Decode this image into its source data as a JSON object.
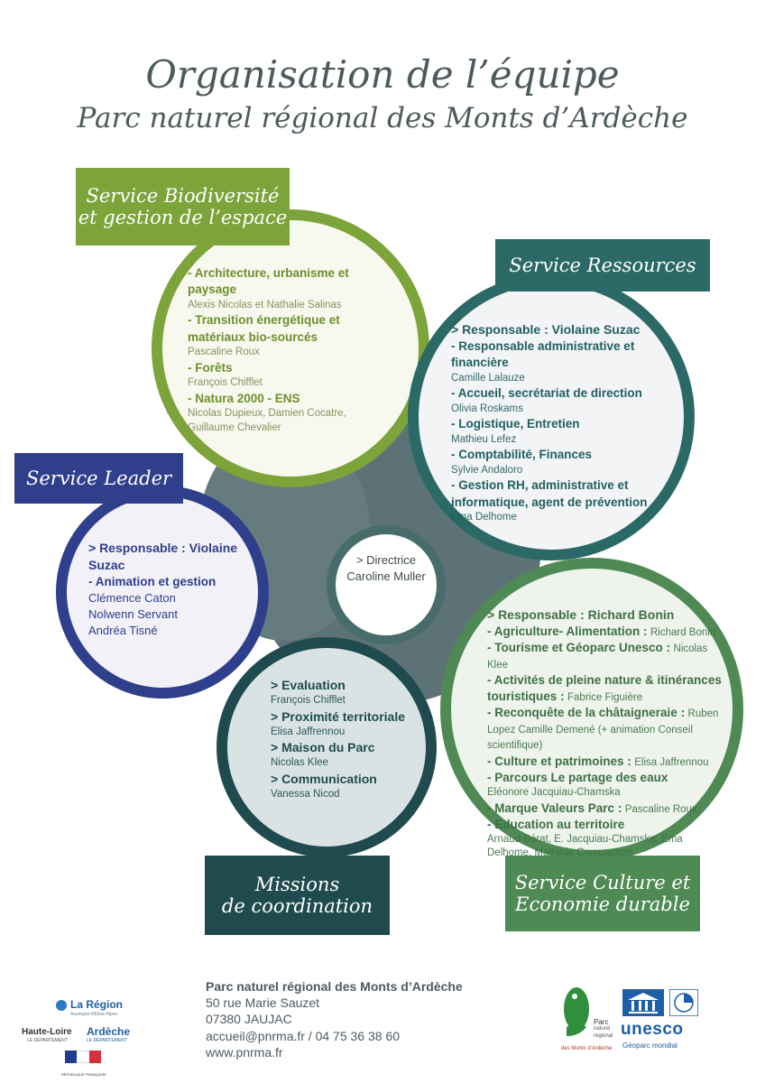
{
  "title": "Organisation de l’équipe",
  "subtitle": "Parc naturel régional des Monts d’Ardèche",
  "biodiversite": {
    "banner_line1": "Service Biodiversité",
    "banner_line2": "et gestion de l’espace",
    "items": [
      {
        "label": "- Architecture, urbanisme et paysage",
        "names": "Alexis Nicolas et Nathalie Salinas"
      },
      {
        "label": "- Transition énergétique et matériaux bio-sourcés",
        "names": "Pascaline Roux"
      },
      {
        "label": "- Forêts",
        "names": "François Chifflet"
      },
      {
        "label": "- Natura 2000 - ENS",
        "names": "Nicolas Dupieux, Damien Cocatre, Guillaume Chevalier"
      }
    ]
  },
  "ressources": {
    "banner": "Service Ressources",
    "responsable": "> Responsable : Violaine Suzac",
    "items": [
      {
        "label": "- Responsable administrative et financière",
        "names": "Camille Lalauze"
      },
      {
        "label": "- Accueil, secrétariat de direction",
        "names": "Olivia Roskams"
      },
      {
        "label": "- Logistique, Entretien",
        "names": "Mathieu Lefez"
      },
      {
        "label": "- Comptabilité, Finances",
        "names": "Sylvie Andaloro"
      },
      {
        "label": "- Gestion RH, administrative et informatique, agent de prévention",
        "names": "Ema Delhome"
      }
    ]
  },
  "leader": {
    "banner": "Service Leader",
    "responsable": "> Responsable : Violaine Suzac",
    "item": "- Animation et gestion",
    "people": [
      "Clémence Caton",
      "Nolwenn Servant",
      "Andréa Tisné"
    ]
  },
  "directrice": {
    "line1": "> Directrice",
    "line2": "Caroline Muller"
  },
  "coordination": {
    "banner_line1": "Missions",
    "banner_line2": "de coordination",
    "items": [
      {
        "label": "> Evaluation",
        "names": "François Chifflet"
      },
      {
        "label": "> Proximité territoriale",
        "names": "Elisa Jaffrennou"
      },
      {
        "label": "> Maison du Parc",
        "names": "Nicolas Klee"
      },
      {
        "label": "> Communication",
        "names": "Vanessa Nicod"
      }
    ]
  },
  "culture": {
    "banner_line1": "Service Culture et",
    "banner_line2": "Economie durable",
    "responsable": "> Responsable : Richard Bonin",
    "items": [
      {
        "label": "- Agriculture- Alimentation :",
        "names": "Richard Bonin"
      },
      {
        "label": "- Tourisme et Géoparc Unesco :",
        "names": "Nicolas Klee"
      },
      {
        "label": "- Activités de pleine nature & itinérances touristiques :",
        "names": "Fabrice Figuière"
      },
      {
        "label": "- Reconquête de la châtaigneraie :",
        "names": "Ruben Lopez Camille Demené (+ animation Conseil scientifique)"
      },
      {
        "label": "- Culture et patrimoines :",
        "names": "Elisa Jaffrennou"
      },
      {
        "label": "- Parcours Le partage des eaux",
        "names": "Eléonore Jacquiau-Chamska"
      },
      {
        "label": "- Marque Valeurs Parc :",
        "names": "Pascaline Roux"
      },
      {
        "label": "- Education au territoire",
        "names": "Arnaud Bérat, E. Jacquiau-Chamska, Ema Delhome, Mathilde Compagnon"
      }
    ]
  },
  "footer": {
    "org": "Parc naturel régional des Monts d’Ardèche",
    "street": "50 rue Marie Sauzet",
    "city": "07380 JAUJAC",
    "contact": "accueil@pnrma.fr / 04 75 36 38 60",
    "web": "www.pnrma.fr"
  },
  "logos": {
    "region": "La Région",
    "region_sub": "Auvergne-Rhône-Alpes",
    "hauteloire": "Haute-Loire",
    "hauteloire_sub": "LE DÉPARTEMENT",
    "ardeche": "Ardèche",
    "ardeche_sub": "LE DÉPARTEMENT",
    "republique": "RÉPUBLIQUE FRANÇAISE",
    "parc_1": "Parc",
    "parc_2": "naturel",
    "parc_3": "régional",
    "parc_4": "des Monts d'Ardèche",
    "unesco": "unesco",
    "unesco_sub": "Géoparc mondial"
  }
}
